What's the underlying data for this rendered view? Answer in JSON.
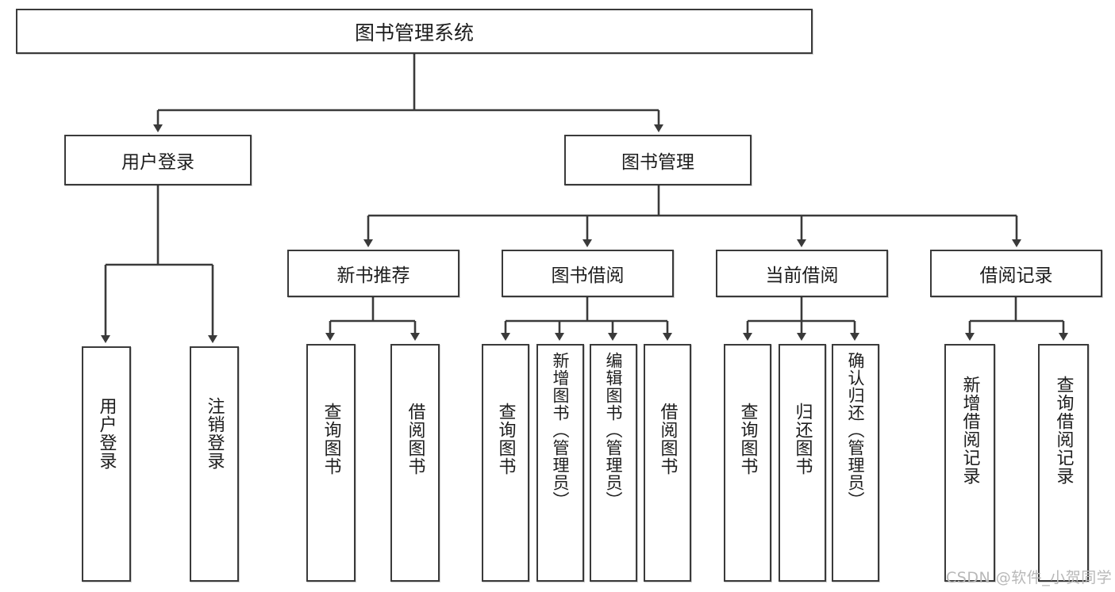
{
  "diagram": {
    "title_node": {
      "label": "图书管理系统"
    },
    "level2": [
      {
        "id": "user-login",
        "label": "用户登录"
      },
      {
        "id": "book-manage",
        "label": "图书管理"
      }
    ],
    "level3": [
      {
        "id": "new-book-recommend",
        "label": "新书推荐"
      },
      {
        "id": "book-borrow",
        "label": "图书借阅"
      },
      {
        "id": "current-borrow",
        "label": "当前借阅"
      },
      {
        "id": "borrow-record",
        "label": "借阅记录"
      }
    ],
    "leaves": [
      {
        "id": "leaf-user-login",
        "parent": "user-login",
        "label": "用户登录"
      },
      {
        "id": "leaf-logout-login",
        "parent": "user-login",
        "label": "注销登录"
      },
      {
        "id": "leaf-query-book-1",
        "parent": "new-book-recommend",
        "label": "查询图书"
      },
      {
        "id": "leaf-borrow-book-1",
        "parent": "new-book-recommend",
        "label": "借阅图书"
      },
      {
        "id": "leaf-query-book-2",
        "parent": "book-borrow",
        "label": "查询图书"
      },
      {
        "id": "leaf-add-book",
        "parent": "book-borrow",
        "label": "新增图书（管理员）"
      },
      {
        "id": "leaf-edit-book",
        "parent": "book-borrow",
        "label": "编辑图书（管理员）"
      },
      {
        "id": "leaf-borrow-book-2",
        "parent": "book-borrow",
        "label": "借阅图书"
      },
      {
        "id": "leaf-query-book-3",
        "parent": "current-borrow",
        "label": "查询图书"
      },
      {
        "id": "leaf-return-book",
        "parent": "current-borrow",
        "label": "归还图书"
      },
      {
        "id": "leaf-confirm-return",
        "parent": "current-borrow",
        "label": "确认归还（管理员）"
      },
      {
        "id": "leaf-add-record",
        "parent": "borrow-record",
        "label": "新增借阅记录"
      },
      {
        "id": "leaf-query-record",
        "parent": "borrow-record",
        "label": "查询借阅记录"
      }
    ]
  },
  "watermark": {
    "text": "CSDN @软件_小贺同学"
  },
  "colors": {
    "box_border": "#3a3a3a",
    "box_fill": "#ffffff",
    "line": "#3a3a3a",
    "text": "#1d1d1d",
    "watermark": "#b8b8b8",
    "background": "#ffffff"
  }
}
